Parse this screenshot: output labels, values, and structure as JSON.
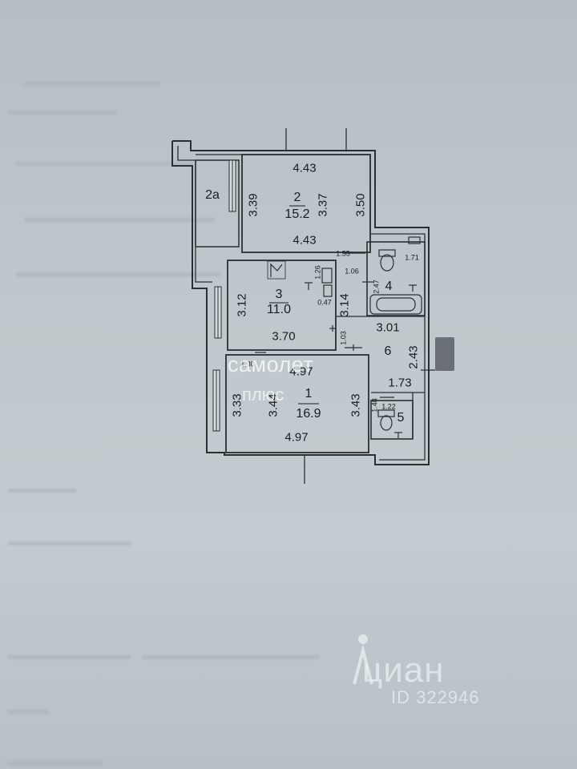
{
  "rooms": [
    {
      "id": "2a",
      "number_label": "2а",
      "area": ""
    },
    {
      "id": "2",
      "number_label": "2",
      "area": "15.2"
    },
    {
      "id": "3",
      "number_label": "3",
      "area": "11.0"
    },
    {
      "id": "4",
      "number_label": "4",
      "area": ""
    },
    {
      "id": "6",
      "number_label": "6",
      "area": ""
    },
    {
      "id": "1",
      "number_label": "1",
      "area": "16.9"
    },
    {
      "id": "5",
      "number_label": "5",
      "area": ""
    }
  ],
  "dimensions": {
    "room2": {
      "top": "4.43",
      "bottom": "4.43",
      "left": "3.39",
      "inner": "3.37",
      "right": "3.50"
    },
    "room3": {
      "left": "3.12",
      "bottom": "3.70",
      "right": "3.14",
      "d126": "1.26",
      "d047": "0.47"
    },
    "corridor": {
      "d155": "1.55",
      "d106": "1.06",
      "d103": "1.03",
      "d301": "3.01",
      "d243": "2.43",
      "d173": "1.73"
    },
    "bath": {
      "d171": "1.71",
      "d247": "2.47"
    },
    "room1": {
      "d130": "1.30",
      "top": "4.97",
      "bottom": "4.97",
      "left": "3.33",
      "inner": "3.44",
      "right": "3.43"
    },
    "wc": {
      "d148": "1.48",
      "d122": "1.22"
    }
  },
  "watermarks": {
    "brand": "самолет",
    "brand_sub": "плюс",
    "site": "циан",
    "listing_id": "ID 322946"
  },
  "colors": {
    "walls": "#2b2f31",
    "paper": "#bfc8cc",
    "ink": "#1a1d1f"
  }
}
